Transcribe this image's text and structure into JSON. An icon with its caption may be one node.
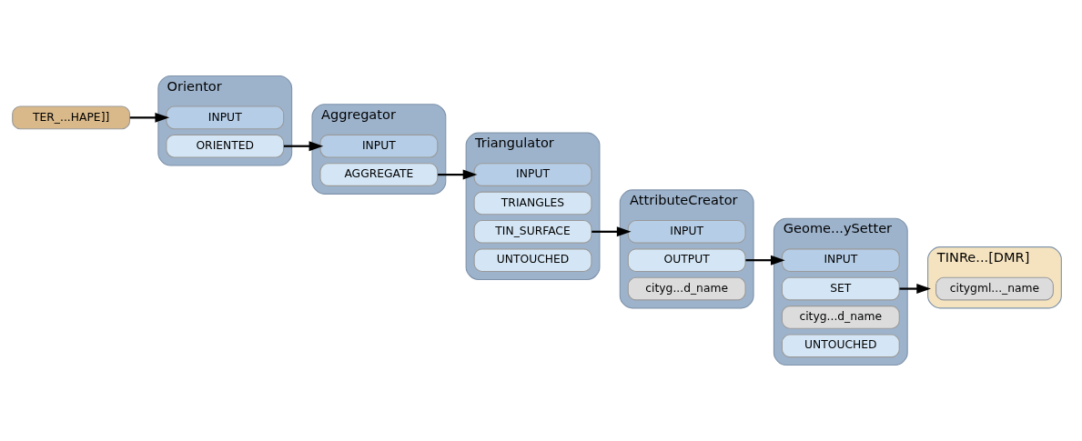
{
  "diagram": {
    "nodes": [
      {
        "text": [
          "TER_...HAPE]]"
        ]
      },
      {
        "text": [
          "Orientor"
        ]
      },
      {
        "text": [
          "INPUT"
        ],
        "in": 1
      },
      {
        "text": [
          "ORIENTED"
        ],
        "in": 1
      },
      {
        "text": [
          "Aggregator"
        ]
      },
      {
        "text": [
          "INPUT"
        ],
        "in": 4
      },
      {
        "text": [
          "AGGREGATE"
        ],
        "in": 4
      },
      {
        "text": [
          "Triangulator"
        ]
      },
      {
        "text": [
          "INPUT"
        ],
        "in": 7
      },
      {
        "text": [
          "TRIANGLES"
        ],
        "in": 7
      },
      {
        "text": [
          "TIN_SURFACE"
        ],
        "in": 7
      },
      {
        "text": [
          "UNTOUCHED"
        ],
        "in": 7
      },
      {
        "text": [
          "AttributeCreator"
        ]
      },
      {
        "text": [
          "INPUT"
        ],
        "in": 12
      },
      {
        "text": [
          "OUTPUT"
        ],
        "in": 12
      },
      {
        "text": [
          "cityg...d_name"
        ],
        "in": 12
      },
      {
        "text": [
          "Geome...ySetter"
        ]
      },
      {
        "text": [
          "INPUT"
        ],
        "in": 16
      },
      {
        "text": [
          "SET"
        ],
        "in": 16
      },
      {
        "text": [
          "cityg...d_name"
        ],
        "in": 16
      },
      {
        "text": [
          "UNTOUCHED"
        ],
        "in": 16
      },
      {
        "text": [
          "TINRe...[DMR]"
        ]
      },
      {
        "text": [
          "citygml..._name"
        ],
        "in": 21
      }
    ],
    "edges": [
      {
        "from": 0,
        "to": 2,
        "arrow": "to"
      },
      {
        "from": 3,
        "to": 5,
        "arrow": "to"
      },
      {
        "from": 6,
        "to": 8,
        "arrow": "to"
      },
      {
        "from": 10,
        "to": 13,
        "arrow": "to"
      },
      {
        "from": 14,
        "to": 17,
        "arrow": "to"
      },
      {
        "from": 18,
        "to": 21,
        "arrow": "to"
      }
    ]
  }
}
